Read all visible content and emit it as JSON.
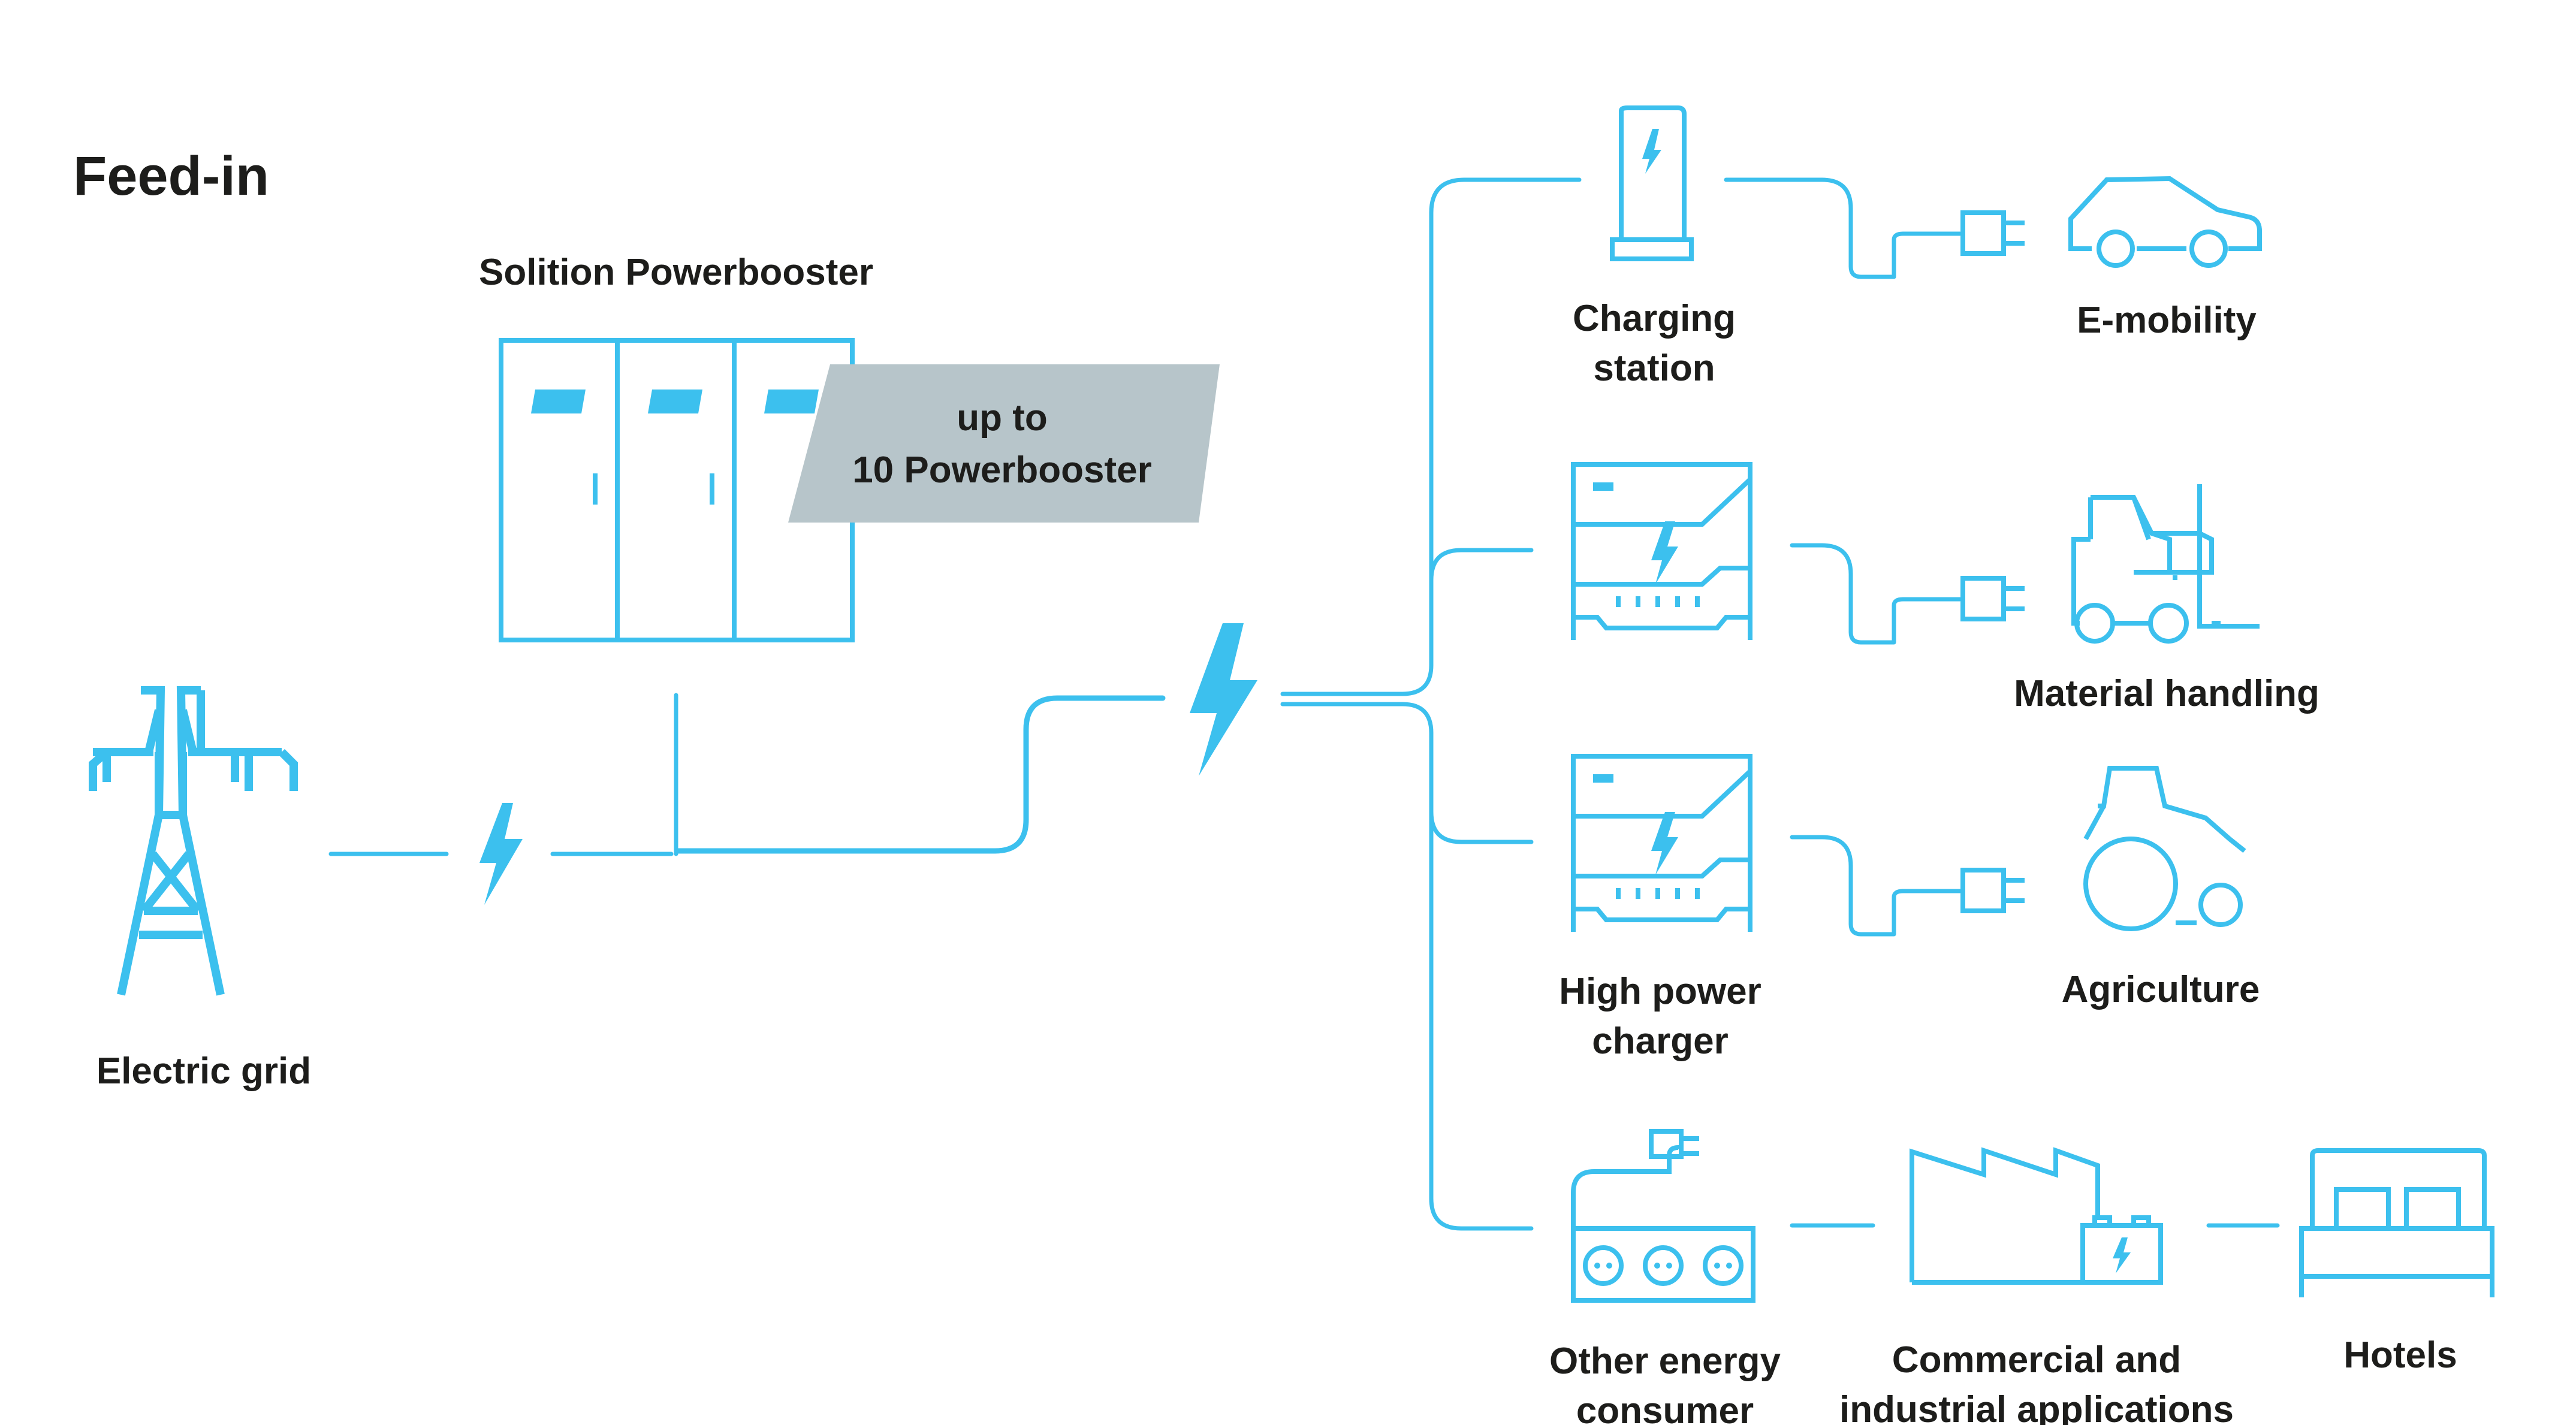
{
  "title": "Feed-in",
  "source": {
    "label": "Electric grid",
    "icon": "power-tower-icon"
  },
  "storage": {
    "label": "Solition Powerbooster",
    "badge_line1": "up to",
    "badge_line2": "10 Powerbooster",
    "icon": "battery-cabinet-icon"
  },
  "chargers": [
    {
      "label_line1": "Charging",
      "label_line2": "station",
      "icon": "charging-station-icon"
    },
    {
      "label_line1": "",
      "label_line2": "",
      "icon": "charger-icon"
    },
    {
      "label_line1": "High power",
      "label_line2": "charger",
      "icon": "high-power-charger-icon"
    },
    {
      "label_line1": "Other energy",
      "label_line2": "consumer",
      "icon": "power-strip-icon"
    }
  ],
  "applications": [
    {
      "label_line1": "E-mobility",
      "label_line2": "",
      "icon": "car-icon"
    },
    {
      "label_line1": "Material handling",
      "label_line2": "",
      "icon": "forklift-icon"
    },
    {
      "label_line1": "Agriculture",
      "label_line2": "",
      "icon": "tractor-icon"
    },
    {
      "label_line1": "Commercial and",
      "label_line2": "industrial applications",
      "icon": "factory-icon"
    },
    {
      "label_line1": "Hotels",
      "label_line2": "",
      "icon": "bed-icon"
    }
  ],
  "colors": {
    "accent": "#3cc0ee",
    "text": "#1d1d1b",
    "badge": "#b7c5ca"
  }
}
